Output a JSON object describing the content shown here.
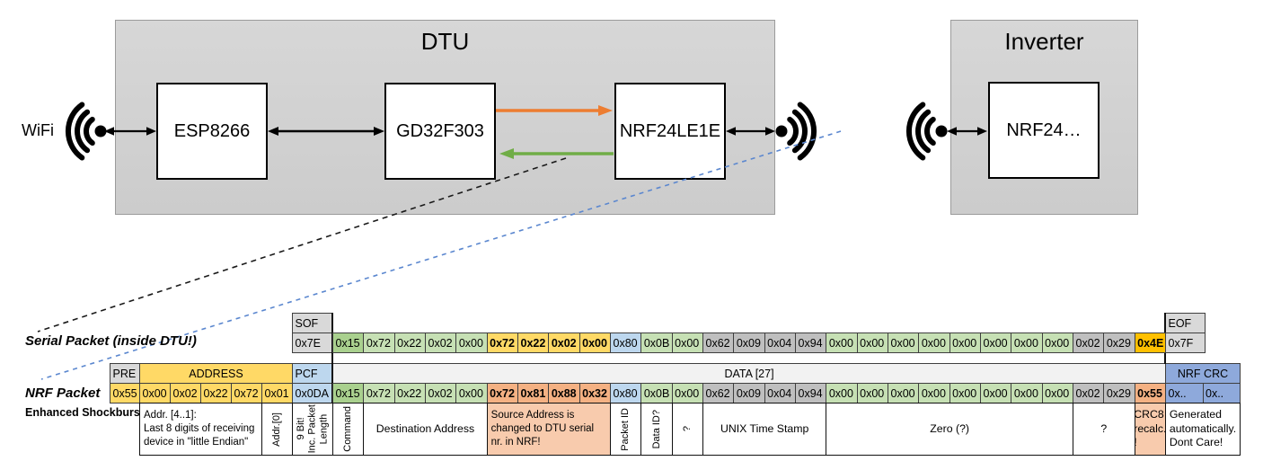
{
  "palette": {
    "green_dark": "#A9D08E",
    "green_light": "#C6E0B4",
    "yellow": "#FFD966",
    "blue_light": "#BDD7EE",
    "gray": "#BFBFBF",
    "amber": "#FFC000",
    "salmon": "#F4B183",
    "salmon_light": "#F8CBAD",
    "header_gray": "#D9D9D9",
    "data_header_bg": "#F2F2F2",
    "blue_mid": "#8EA9DB",
    "orange_arrow": "#ED7D31",
    "green_arrow": "#70AD47",
    "blue_dashed_line": "#5B87CF"
  },
  "diagram": {
    "wifi_label": "WiFi",
    "dtu": {
      "title": "DTU",
      "components": [
        "ESP8266",
        "GD32F303",
        "NRF24LE1E"
      ]
    },
    "inverter": {
      "title": "Inverter",
      "component": "NRF24…"
    }
  },
  "serial_packet": {
    "label": "Serial Packet (inside DTU!)",
    "sof": {
      "header": "SOF",
      "value": "0x7E"
    },
    "eof": {
      "header": "EOF",
      "value": "0x7F"
    },
    "bytes": [
      {
        "v": "0x15",
        "c": "green_dark"
      },
      {
        "v": "0x72",
        "c": "green_light"
      },
      {
        "v": "0x22",
        "c": "green_light"
      },
      {
        "v": "0x02",
        "c": "green_light"
      },
      {
        "v": "0x00",
        "c": "green_light"
      },
      {
        "v": "0x72",
        "c": "yellow",
        "b": true
      },
      {
        "v": "0x22",
        "c": "yellow",
        "b": true
      },
      {
        "v": "0x02",
        "c": "yellow",
        "b": true
      },
      {
        "v": "0x00",
        "c": "yellow",
        "b": true
      },
      {
        "v": "0x80",
        "c": "blue_light"
      },
      {
        "v": "0x0B",
        "c": "green_light"
      },
      {
        "v": "0x00",
        "c": "green_light"
      },
      {
        "v": "0x62",
        "c": "gray"
      },
      {
        "v": "0x09",
        "c": "gray"
      },
      {
        "v": "0x04",
        "c": "gray"
      },
      {
        "v": "0x94",
        "c": "gray"
      },
      {
        "v": "0x00",
        "c": "green_light"
      },
      {
        "v": "0x00",
        "c": "green_light"
      },
      {
        "v": "0x00",
        "c": "green_light"
      },
      {
        "v": "0x00",
        "c": "green_light"
      },
      {
        "v": "0x00",
        "c": "green_light"
      },
      {
        "v": "0x00",
        "c": "green_light"
      },
      {
        "v": "0x00",
        "c": "green_light"
      },
      {
        "v": "0x00",
        "c": "green_light"
      },
      {
        "v": "0x02",
        "c": "gray"
      },
      {
        "v": "0x29",
        "c": "gray"
      },
      {
        "v": "0x4E",
        "c": "amber",
        "b": true
      }
    ]
  },
  "nrf_packet": {
    "label": "NRF Packet",
    "sublabel": "Enhanced Shockburst",
    "pre": {
      "header": "PRE",
      "value": "0x55"
    },
    "address": {
      "header": "ADDRESS",
      "values": [
        "0x00",
        "0x02",
        "0x22",
        "0x72",
        "0x01"
      ]
    },
    "pcf": {
      "header": "PCF",
      "value": "0x0DA"
    },
    "data_header": "DATA [27]",
    "crc": {
      "header": "NRF CRC",
      "values": [
        "0x..",
        "0x.."
      ]
    },
    "bytes": [
      {
        "v": "0x15",
        "c": "green_dark"
      },
      {
        "v": "0x72",
        "c": "green_light"
      },
      {
        "v": "0x22",
        "c": "green_light"
      },
      {
        "v": "0x02",
        "c": "green_light"
      },
      {
        "v": "0x00",
        "c": "green_light"
      },
      {
        "v": "0x72",
        "c": "salmon",
        "b": true
      },
      {
        "v": "0x81",
        "c": "salmon",
        "b": true
      },
      {
        "v": "0x88",
        "c": "salmon",
        "b": true
      },
      {
        "v": "0x32",
        "c": "salmon",
        "b": true
      },
      {
        "v": "0x80",
        "c": "blue_light"
      },
      {
        "v": "0x0B",
        "c": "green_light"
      },
      {
        "v": "0x00",
        "c": "green_light"
      },
      {
        "v": "0x62",
        "c": "gray"
      },
      {
        "v": "0x09",
        "c": "gray"
      },
      {
        "v": "0x04",
        "c": "gray"
      },
      {
        "v": "0x94",
        "c": "gray"
      },
      {
        "v": "0x00",
        "c": "green_light"
      },
      {
        "v": "0x00",
        "c": "green_light"
      },
      {
        "v": "0x00",
        "c": "green_light"
      },
      {
        "v": "0x00",
        "c": "green_light"
      },
      {
        "v": "0x00",
        "c": "green_light"
      },
      {
        "v": "0x00",
        "c": "green_light"
      },
      {
        "v": "0x00",
        "c": "green_light"
      },
      {
        "v": "0x00",
        "c": "green_light"
      },
      {
        "v": "0x02",
        "c": "gray"
      },
      {
        "v": "0x29",
        "c": "gray"
      },
      {
        "v": "0x55",
        "c": "salmon",
        "b": true
      }
    ]
  },
  "annotations": [
    {
      "name": "addr-4-1",
      "text": "Addr. [4..1]:\nLast 8 digits of receiving\ndevice in \"little Endian\"",
      "cells": [
        1,
        4
      ],
      "align": "left"
    },
    {
      "name": "addr-0",
      "text": "Addr.[0]",
      "cells": [
        5,
        5
      ],
      "vertical": true
    },
    {
      "name": "pcf-note",
      "text": "9 Bit!\nInc. Packet\nLength",
      "cells": [
        6,
        6
      ],
      "vertical": true
    },
    {
      "name": "command",
      "text": "Command",
      "cells": [
        7,
        7
      ],
      "vertical": true
    },
    {
      "name": "destination-address",
      "text": "Destination Address",
      "cells": [
        8,
        11
      ]
    },
    {
      "name": "source-address-note",
      "text": "Source Address is\nchanged to DTU serial\nnr. in NRF!",
      "cells": [
        12,
        15
      ],
      "bg": "salmon_light",
      "align": "left"
    },
    {
      "name": "packet-id",
      "text": "Packet ID",
      "cells": [
        16,
        16
      ],
      "vertical": true
    },
    {
      "name": "data-id",
      "text": "Data ID?",
      "cells": [
        17,
        17
      ],
      "vertical": true
    },
    {
      "name": "question-mark-1",
      "text": "?",
      "cells": [
        18,
        18
      ],
      "vertical": true
    },
    {
      "name": "unix-time-stamp",
      "text": "UNIX Time Stamp",
      "cells": [
        19,
        22
      ]
    },
    {
      "name": "zero",
      "text": "Zero (?)",
      "cells": [
        23,
        30
      ]
    },
    {
      "name": "question-mark-2",
      "text": "?",
      "cells": [
        31,
        32
      ]
    },
    {
      "name": "crc8-note",
      "text": "CRC8\nrecalc.\n!",
      "cells": [
        33,
        33
      ],
      "bg": "salmon_light"
    },
    {
      "name": "crc-generated-note",
      "text": "Generated\nautomatically.\nDont Care!",
      "cells": [
        34,
        35
      ]
    }
  ]
}
